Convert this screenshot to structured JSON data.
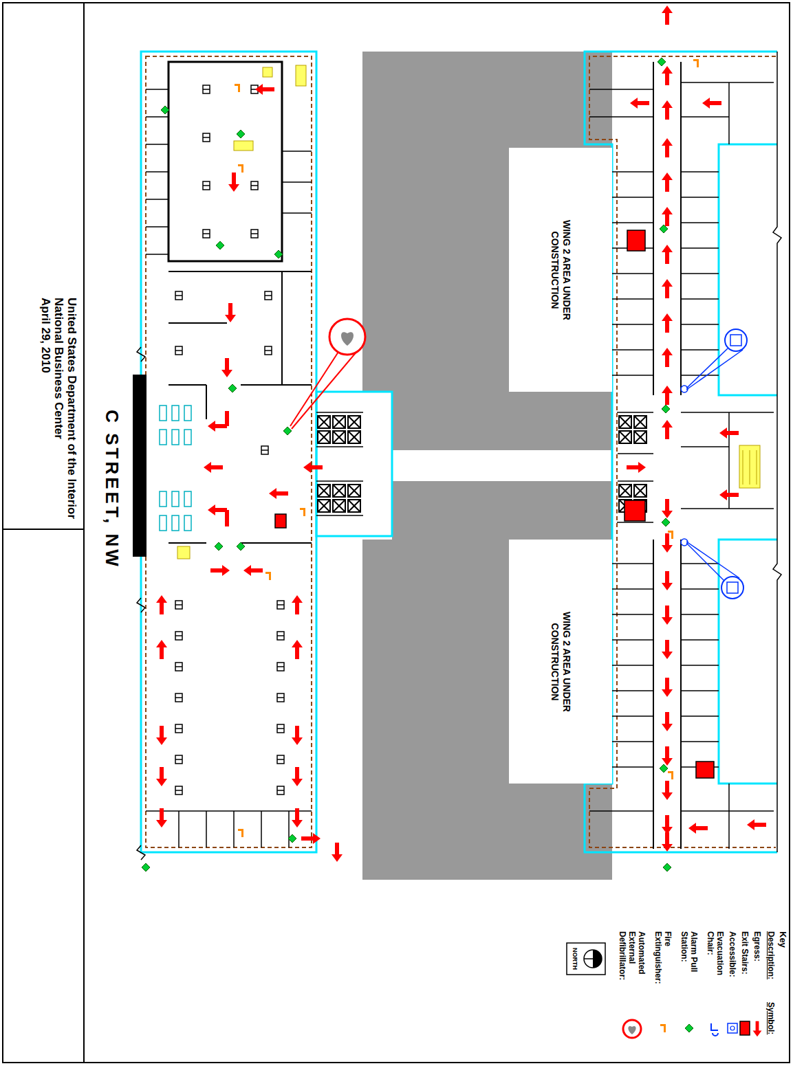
{
  "diagram": {
    "title": "United States Department of the Interior",
    "nodes": [
      {
        "text": [
          "WING 2 AREA UNDER CONSTRUCTION"
        ]
      },
      {
        "text": [
          "WING 2 AREA UNDER CONSTRUCTION"
        ]
      }
    ],
    "labels": [
      "National Business Center",
      "April 29, 2010",
      "C STREET, NW",
      "Key",
      "Description:",
      "Symbol:",
      "NORTH"
    ],
    "legend": [
      {
        "text": "Egress:"
      },
      {
        "text": "Exit Stairs:"
      },
      {
        "text": "Accessible:"
      },
      {
        "text": "Evacuation Chair:"
      },
      {
        "text": "Alarm Pull Station:"
      },
      {
        "text": "Fire Extinguisher:"
      },
      {
        "text": "Automated External Defibrillator:"
      }
    ]
  }
}
